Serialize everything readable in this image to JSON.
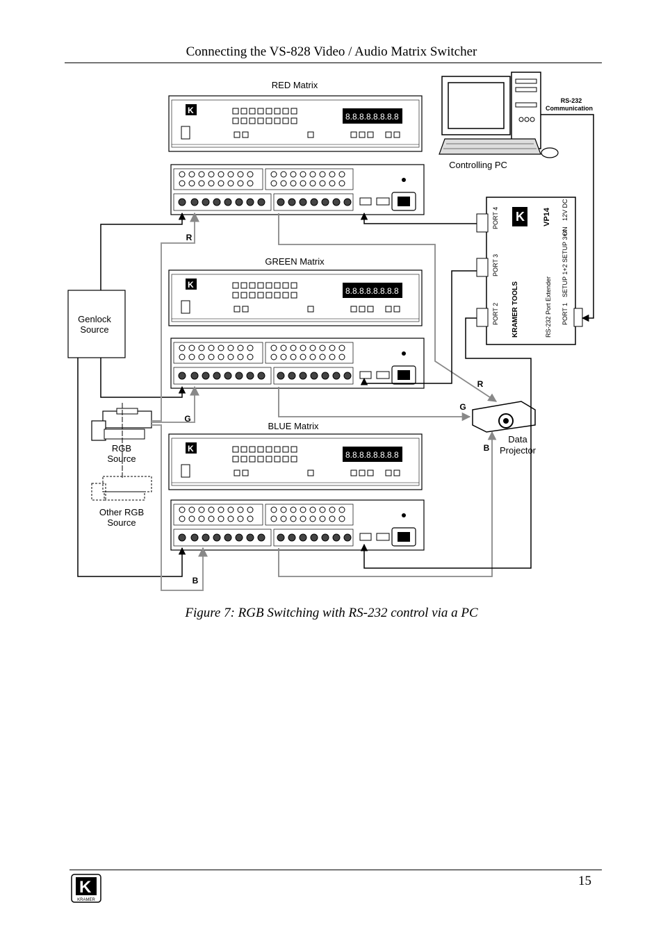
{
  "header": {
    "title": "Connecting  the VS-828 Video / Audio Matrix Switcher"
  },
  "diagram": {
    "red_matrix_label": "RED Matrix",
    "green_matrix_label": "GREEN Matrix",
    "blue_matrix_label": "BLUE Matrix",
    "pc_label": "Controlling PC",
    "rs232_label_line1": "RS-232",
    "rs232_label_line2": "Communication",
    "genlock_line1": "Genlock",
    "genlock_line2": "Source",
    "rgb_source_line1": "RGB",
    "rgb_source_line2": "Source",
    "other_rgb_line1": "Other RGB",
    "other_rgb_line2": "Source",
    "projector_line1": "Data",
    "projector_line2": "Projector",
    "signal_r": "R",
    "signal_g": "G",
    "signal_b": "B",
    "vp14": {
      "model": "VP14",
      "power": "12V DC",
      "on": "ON",
      "setup34": "SETUP 3+4",
      "setup12": "SETUP 1+2",
      "port1": "PORT 1",
      "port2": "PORT 2",
      "port3": "PORT 3",
      "port4": "PORT 4",
      "desc": "RS-232 Port Extender",
      "brand": "KRAMER TOOLS"
    },
    "vs_model": "VS-828"
  },
  "caption": "Figure 7: RGB Switching with RS-232 control via a PC",
  "footer": {
    "page_number": "15",
    "logo_text": "KRAMER"
  }
}
